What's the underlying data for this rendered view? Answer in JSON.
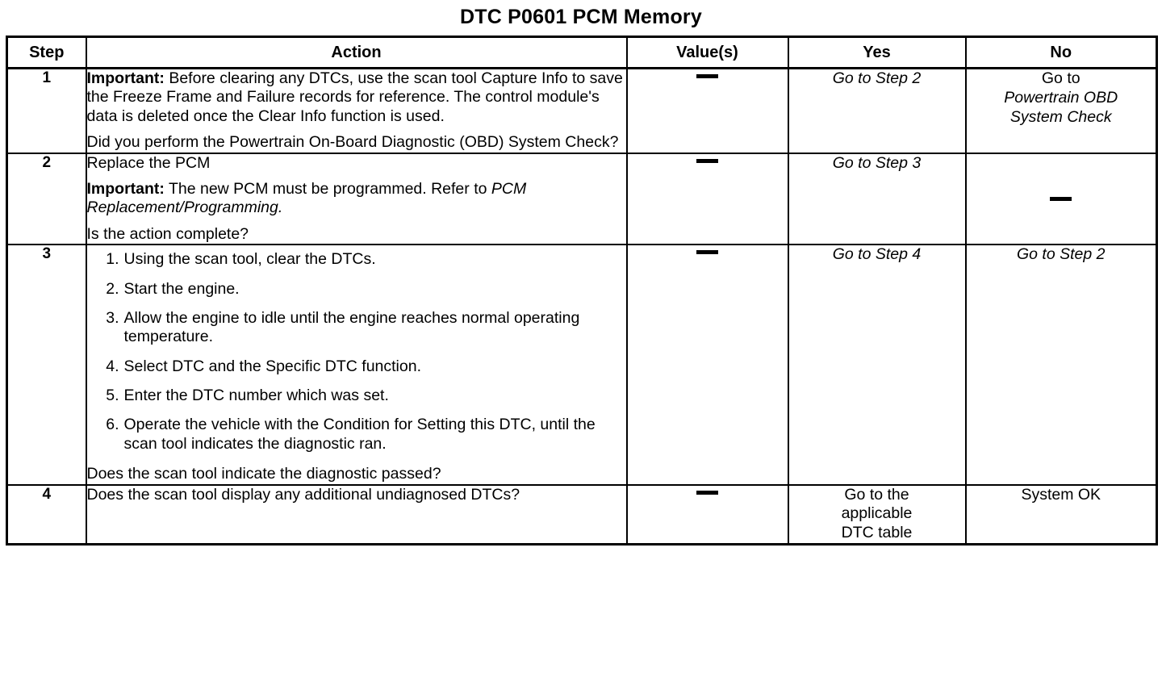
{
  "title": "DTC P0601 PCM Memory",
  "table": {
    "headers": {
      "step": "Step",
      "action": "Action",
      "values": "Value(s)",
      "yes": "Yes",
      "no": "No"
    },
    "rows": [
      {
        "step": "1",
        "action": {
          "p1_lead": "Important:",
          "p1_text": " Before clearing any DTCs, use the scan tool Capture Info to save the Freeze Frame and Failure records for reference. The control module's data is deleted once the Clear Info function is used.",
          "p2_text": "Did you perform the Powertrain On-Board Diagnostic (OBD) System Check?"
        },
        "value": "—",
        "yes": {
          "line1": "Go to Step 2"
        },
        "no": {
          "line1": "Go to",
          "line2": "Powertrain OBD",
          "line3": "System Check"
        }
      },
      {
        "step": "2",
        "action": {
          "p1_text": "Replace the PCM",
          "p2_lead": "Important:",
          "p2_text": " The new PCM must be programmed. Refer to ",
          "p2_ital": "PCM Replacement/Programming.",
          "p3_text": "Is the action complete?"
        },
        "value": "—",
        "yes": {
          "line1": "Go to Step 3"
        },
        "no": {
          "line1": "—"
        }
      },
      {
        "step": "3",
        "action": {
          "list": [
            "Using the scan tool, clear the DTCs.",
            "Start the engine.",
            "Allow the engine to idle until the engine reaches normal operating temperature.",
            "Select DTC and the Specific DTC function.",
            "Enter the DTC number which was set.",
            "Operate the vehicle with the Condition for Setting this DTC, until the scan tool indicates the diagnostic ran."
          ],
          "question": "Does the scan tool indicate the diagnostic passed?"
        },
        "value": "—",
        "yes": {
          "line1": "Go to Step 4"
        },
        "no": {
          "line1": "Go to Step 2"
        }
      },
      {
        "step": "4",
        "action": {
          "p1_text": "Does the scan tool display any additional undiagnosed DTCs?"
        },
        "value": "—",
        "yes": {
          "line1": "Go to the",
          "line2": "applicable",
          "line3": "DTC table"
        },
        "no": {
          "line1": "System OK"
        }
      }
    ]
  }
}
